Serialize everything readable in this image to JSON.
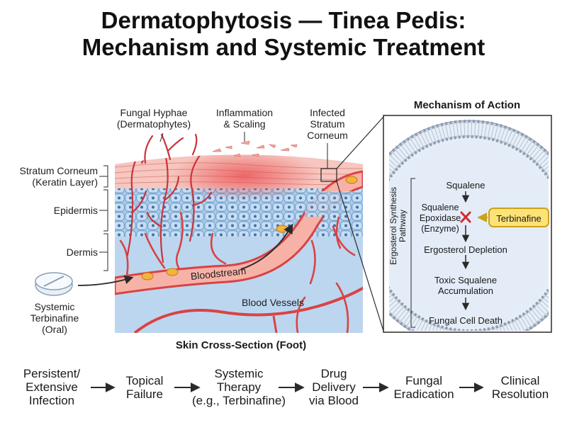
{
  "title": {
    "line1": "Dermatophytosis — Tinea Pedis:",
    "line2": "Mechanism and Systemic Treatment"
  },
  "skin": {
    "caption": "Skin Cross-Section (Foot)",
    "top_labels": {
      "hyphae": [
        "Fungal Hyphae",
        "(Dermatophytes)"
      ],
      "inflammation": [
        "Inflammation",
        "& Scaling"
      ],
      "infected": [
        "Infected",
        "Stratum",
        "Corneum"
      ]
    },
    "layers": {
      "stratum": [
        "Stratum Corneum",
        "(Keratin Layer)"
      ],
      "epidermis": "Epidermis",
      "dermis": "Dermis"
    },
    "bloodstream": "Bloodstream",
    "blood_vessels": "Blood Vessels",
    "drug": [
      "Systemic",
      "Terbinafine",
      "(Oral)"
    ]
  },
  "mechanism": {
    "title": "Mechanism of Action",
    "pathway_label": [
      "Ergosterol Synthesis",
      "Pathway"
    ],
    "squalene": "Squalene",
    "enzyme": [
      "Squalene",
      "Epoxidase",
      "(Enzyme)"
    ],
    "inhibitor": "Terbinafine",
    "depletion": "Ergosterol Depletion",
    "accumulation": [
      "Toxic Squalene",
      "Accumulation"
    ],
    "death": "Fungal Cell Death"
  },
  "flow": [
    [
      "Persistent/",
      "Extensive",
      "Infection"
    ],
    [
      "Topical",
      "Failure"
    ],
    [
      "Systemic",
      "Therapy",
      "(e.g., Terbinafine)"
    ],
    [
      "Drug",
      "Delivery",
      "via Blood"
    ],
    [
      "Fungal",
      "Eradication"
    ],
    [
      "Clinical",
      "Resolution"
    ]
  ],
  "colors": {
    "vessel": "#d94343",
    "vessel_fill": "#f7b2a8",
    "stratum": "#f6c6bf",
    "epidermis": "#a9cbe9",
    "dermis": "#bcd6f0",
    "inhibitor": "#fde277",
    "block": "#d42a2a"
  }
}
